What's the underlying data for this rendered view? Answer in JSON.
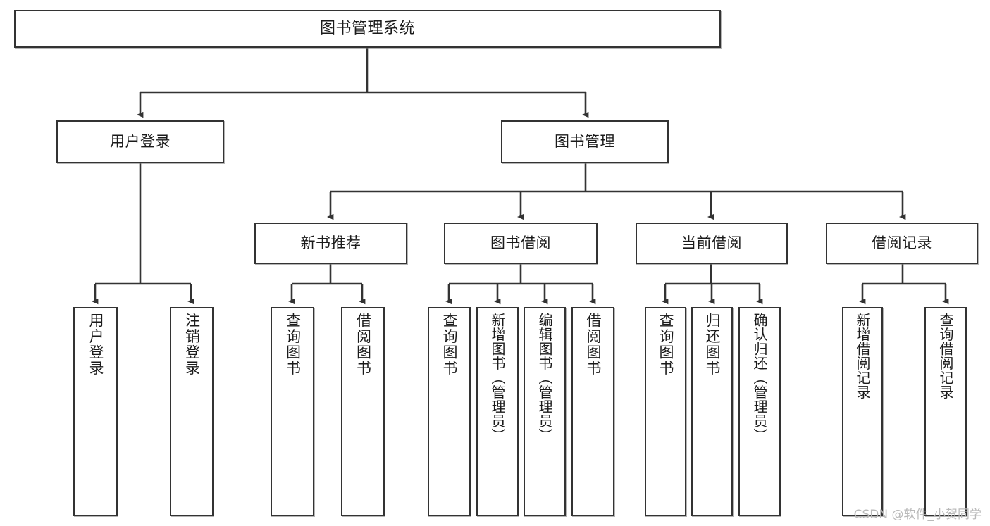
{
  "diagram": {
    "title": "图书管理系统",
    "type": "tree-hierarchy",
    "stroke_color": "#333333",
    "background_color": "#ffffff",
    "text_color": "#1b1b1b"
  },
  "root": {
    "label": "图书管理系统"
  },
  "level2": [
    {
      "label": "用户登录"
    },
    {
      "label": "图书管理"
    }
  ],
  "level3": [
    {
      "label": "新书推荐"
    },
    {
      "label": "图书借阅"
    },
    {
      "label": "当前借阅"
    },
    {
      "label": "借阅记录"
    }
  ],
  "leaves": {
    "user_login": [
      {
        "label": "用户登录"
      },
      {
        "label": "注销登录"
      }
    ],
    "new_book_recommend": [
      {
        "label": "查询图书"
      },
      {
        "label": "借阅图书"
      }
    ],
    "book_borrow": [
      {
        "label": "查询图书"
      },
      {
        "label": "新增图书（管理员）"
      },
      {
        "label": "编辑图书（管理员）"
      },
      {
        "label": "借阅图书"
      }
    ],
    "current_borrow": [
      {
        "label": "查询图书"
      },
      {
        "label": "归还图书"
      },
      {
        "label": "确认归还（管理员）"
      }
    ],
    "borrow_record": [
      {
        "label": "新增借阅记录"
      },
      {
        "label": "查询借阅记录"
      }
    ]
  },
  "watermark": {
    "text": "CSDN @软件_小贺同学"
  }
}
